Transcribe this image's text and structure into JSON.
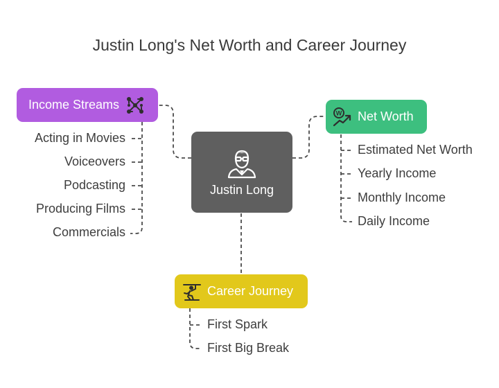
{
  "title": "Justin Long's Net Worth and Career Journey",
  "center": {
    "label": "Justin Long",
    "icon": "person-with-glasses-icon",
    "color": "#5f5f5f"
  },
  "income_streams": {
    "label": "Income Streams",
    "icon": "network-nodes-icon",
    "color": "#b15ce0",
    "items": [
      "Acting in Movies",
      "Voiceovers",
      "Podcasting",
      "Producing Films",
      "Commercials"
    ]
  },
  "net_worth": {
    "label": "Net Worth",
    "icon": "growth-chart-icon",
    "color": "#3dbf7f",
    "items": [
      "Estimated Net Worth",
      "Yearly Income",
      "Monthly Income",
      "Daily Income"
    ]
  },
  "career_journey": {
    "label": "Career Journey",
    "icon": "climbing-person-icon",
    "color": "#e2c81b",
    "items": [
      "First Spark",
      "First Big Break"
    ]
  },
  "connector_color": "#4a4a4a"
}
